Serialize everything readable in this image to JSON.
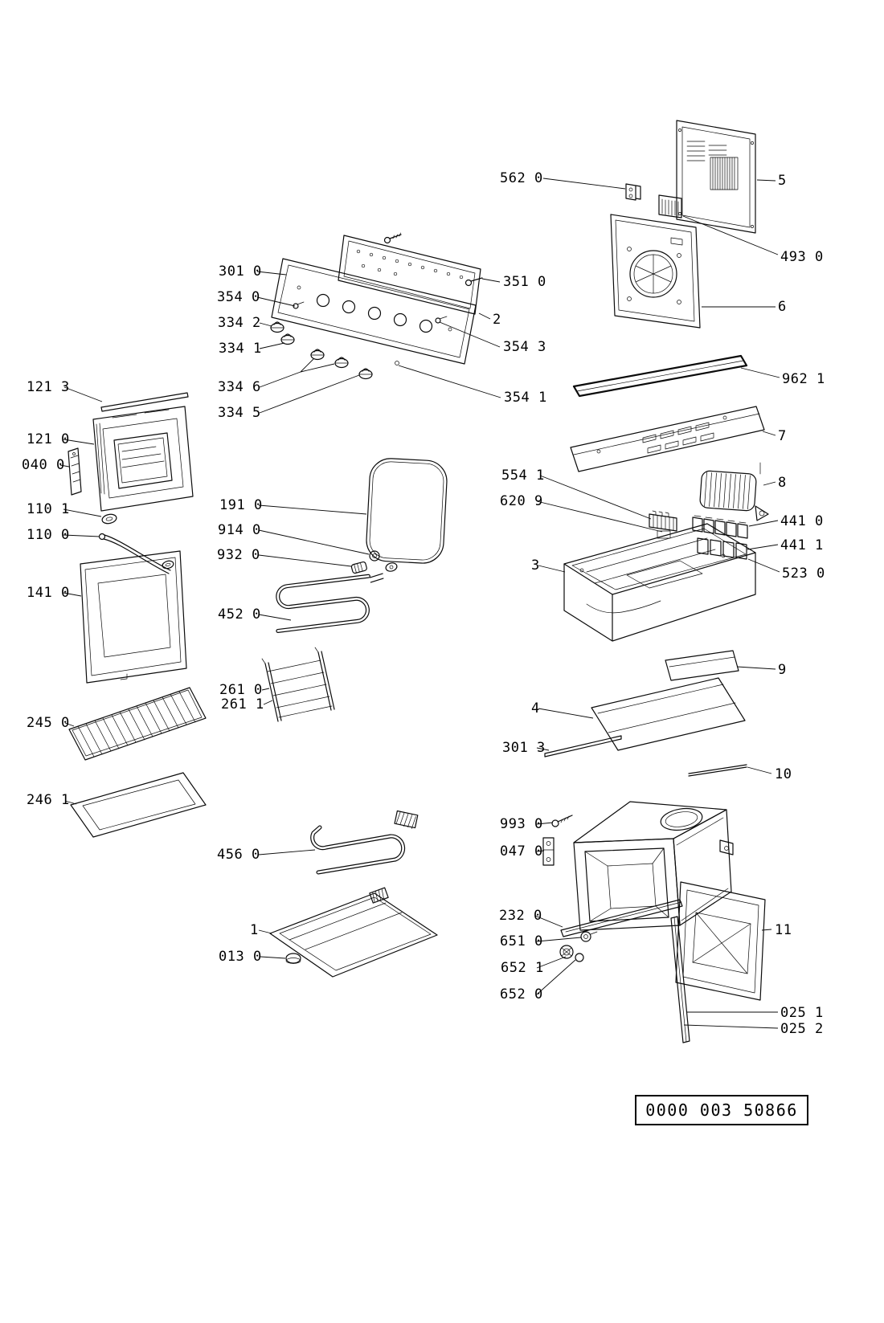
{
  "code_box": {
    "code": "0000 003 50866"
  },
  "labels": {
    "l121_3": "121 3",
    "l121_0": "121 0",
    "l040_0": "040 0",
    "l110_1": "110 1",
    "l110_0": "110 0",
    "l141_0": "141 0",
    "l245_0": "245 0",
    "l246_1": "246 1",
    "l301_0": "301 0",
    "l354_0": "354 0",
    "l334_2": "334 2",
    "l334_1": "334 1",
    "l334_6": "334 6",
    "l334_5": "334 5",
    "l191_0": "191 0",
    "l914_0": "914 0",
    "l932_0": "932 0",
    "l452_0": "452 0",
    "l261_0": "261 0",
    "l261_1": "261 1",
    "l456_0": "456 0",
    "l013_0": "013 0",
    "l562_0": "562 0",
    "l351_0": "351 0",
    "l354_3": "354 3",
    "l354_1": "354 1",
    "l554_1": "554 1",
    "l620_9": "620 9",
    "l301_3": "301 3",
    "l993_0": "993 0",
    "l047_0": "047 0",
    "l232_0": "232 0",
    "l651_0": "651 0",
    "l652_1": "652 1",
    "l652_0": "652 0",
    "l493_0": "493 0",
    "l962_1": "962 1",
    "l441_0": "441 0",
    "l441_1": "441 1",
    "l523_0": "523 0",
    "l025_1": "025 1",
    "l025_2": "025 2",
    "n1": "1",
    "n2": "2",
    "n3": "3",
    "n4": "4",
    "n5": "5",
    "n6": "6",
    "n7": "7",
    "n8": "8",
    "n9": "9",
    "n10": "10",
    "n11": "11"
  }
}
